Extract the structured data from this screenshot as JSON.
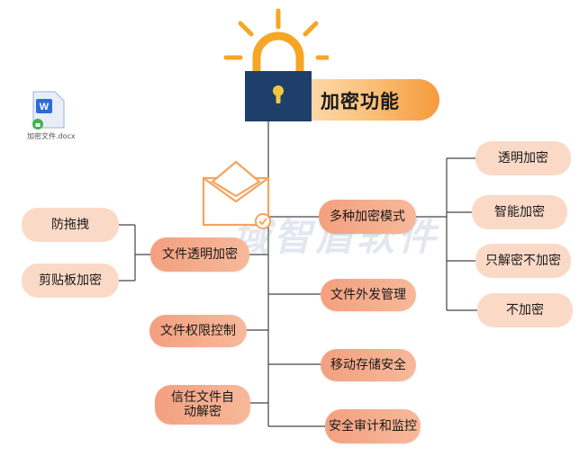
{
  "root": {
    "label": "加密功能"
  },
  "file": {
    "name": "加密文件.docx",
    "badge": "W"
  },
  "watermark": "域智盾软件",
  "left_branches": {
    "transparent": {
      "label": "文件透明加密",
      "children": [
        "防拖拽",
        "剪贴板加密"
      ]
    },
    "permission": {
      "label": "文件权限控制"
    },
    "trusted": {
      "label": "信任文件自动解密"
    }
  },
  "right_branches": {
    "modes": {
      "label": "多种加密模式",
      "children": [
        "透明加密",
        "智能加密",
        "只解密不加密",
        "不加密"
      ]
    },
    "outbound": {
      "label": "文件外发管理"
    },
    "usb": {
      "label": "移动存储安全"
    },
    "audit": {
      "label": "安全审计和监控"
    }
  },
  "colors": {
    "node": "#f3a07f",
    "child": "#fbd9c7",
    "lock": "#1f3f6b",
    "shackle": "#f5a623",
    "accent": "#f59a3d"
  }
}
